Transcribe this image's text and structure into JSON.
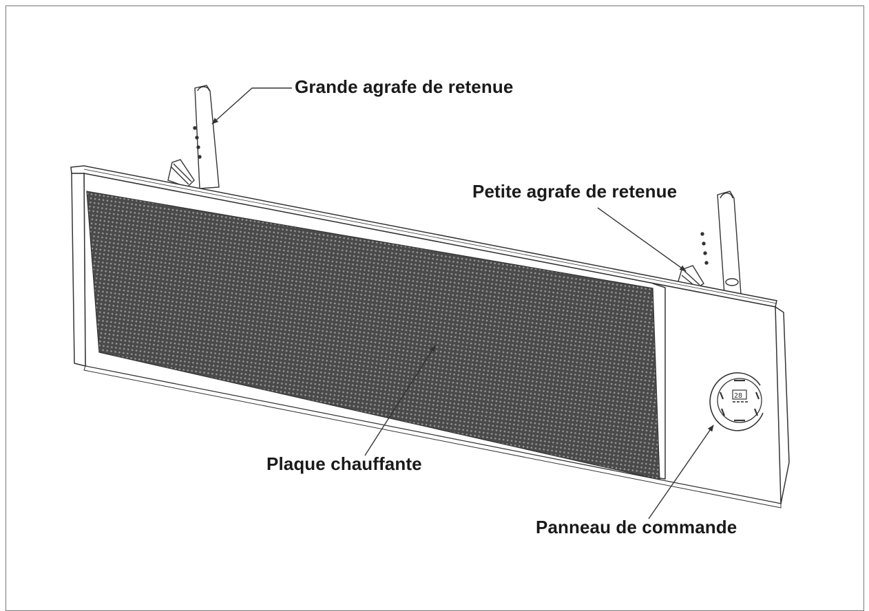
{
  "figure": {
    "labels": {
      "large_clip": "Grande agrafe de retenue",
      "small_clip": "Petite agrafe de retenue",
      "heating_plate": "Plaque chauffante",
      "control_panel": "Panneau de commande"
    },
    "colors": {
      "line": "#333333",
      "mesh": "#3a3a3a",
      "text": "#1a1a1a",
      "background": "#ffffff"
    }
  }
}
